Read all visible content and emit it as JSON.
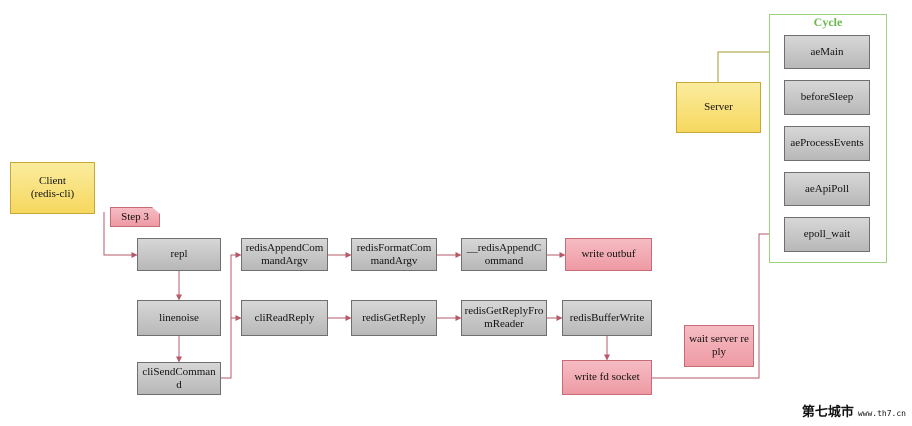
{
  "cycle": {
    "title": "Cycle"
  },
  "nodes": {
    "client": "Client\n(redis-cli)",
    "step3": "Step 3",
    "repl": "repl",
    "linenoise": "linenoise",
    "cliSendCommand": "cliSendCommand",
    "redisAppendCommandArgv": "redisAppendCommandArgv",
    "redisFormatCommandArgv": "redisFormatCommandArgv",
    "redisAppendCommand": "__redisAppendCommand",
    "writeOutbuf": "write outbuf",
    "cliReadReply": "cliReadReply",
    "redisGetReply": "redisGetReply",
    "redisGetReplyFromReader": "redisGetReplyFromReader",
    "redisBufferWrite": "redisBufferWrite",
    "writeFdSocket": "write fd socket",
    "waitServerReply": "wait server reply",
    "server": "Server",
    "aeMain": "aeMain",
    "beforeSleep": "beforeSleep",
    "aeProcessEvents": "aeProcessEvents",
    "aeApiPoll": "aeApiPoll",
    "epollWait": "epoll_wait"
  },
  "watermark": {
    "main": "第七城市",
    "sub": "www.th7.cn"
  },
  "colors": {
    "flow_line": "#b65a6a",
    "server_line": "#a69a2c",
    "cycle_line": "#6ab84c"
  }
}
